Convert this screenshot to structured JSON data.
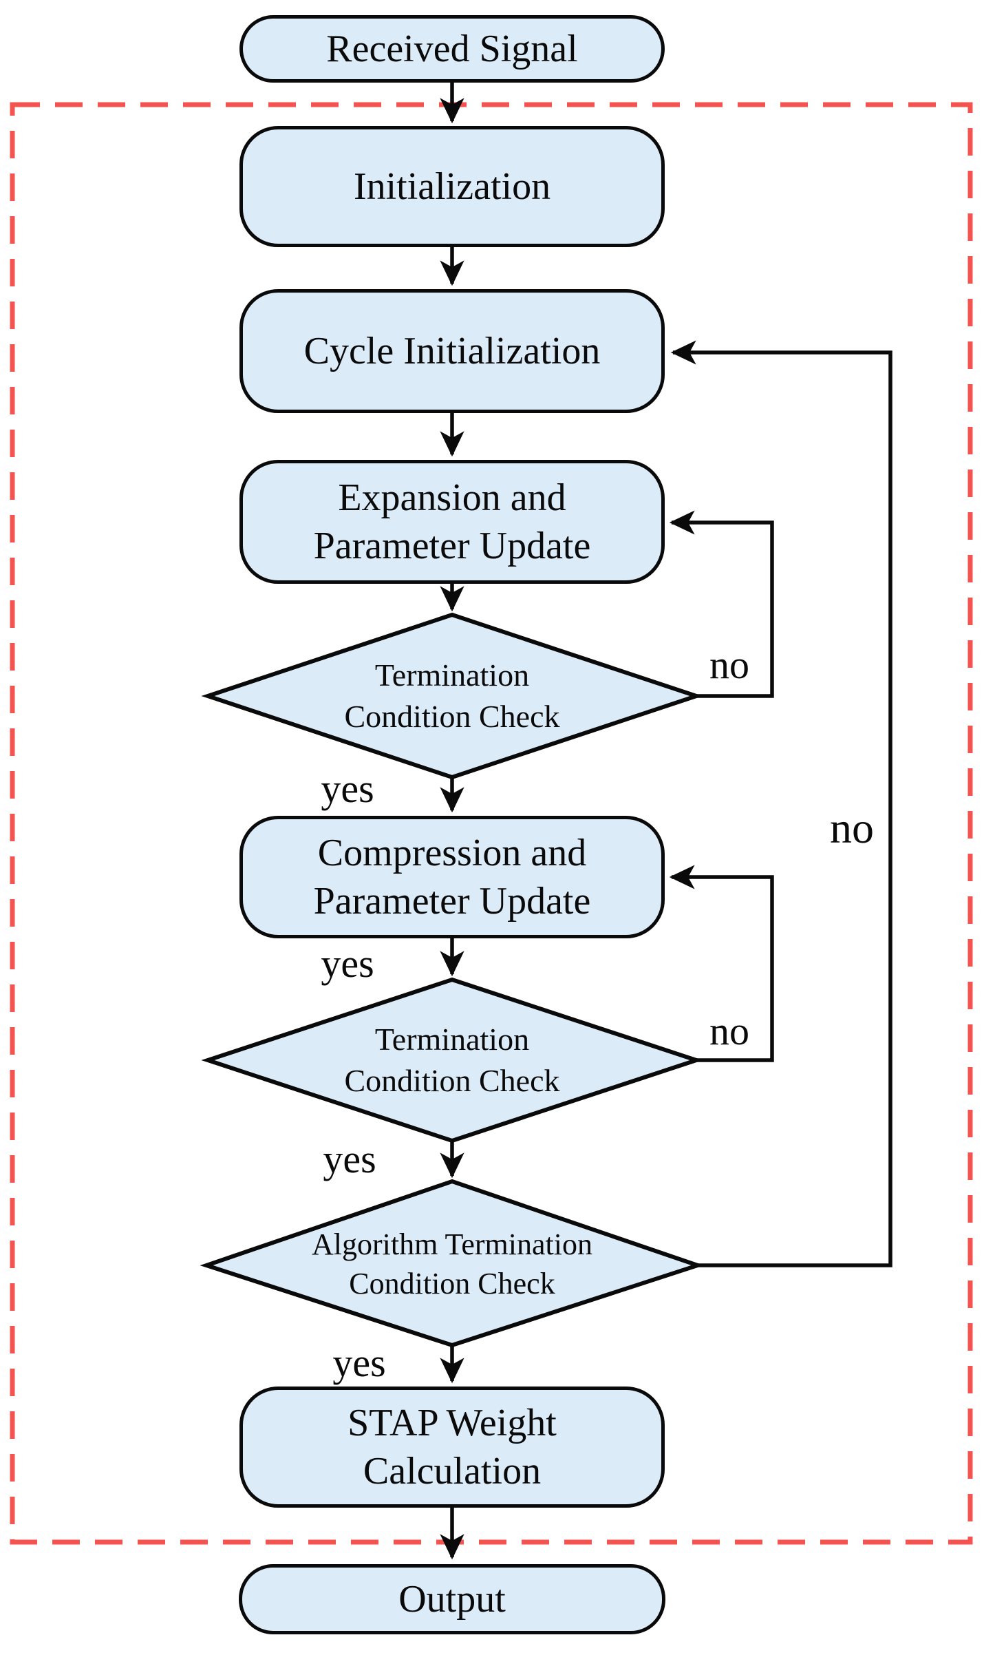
{
  "nodes": {
    "received_signal": {
      "label": "Received Signal"
    },
    "initialization": {
      "label": "Initialization"
    },
    "cycle_initialization": {
      "label": "Cycle Initialization"
    },
    "expansion": {
      "label": "Expansion and\nParameter Update"
    },
    "termination_check_1": {
      "label": "Termination\nCondition Check"
    },
    "compression": {
      "label": "Compression and\nParameter Update"
    },
    "termination_check_2": {
      "label": "Termination\nCondition Check"
    },
    "algorithm_termination_check": {
      "label": "Algorithm Termination\nCondition Check"
    },
    "stap_weight_calculation": {
      "label": "STAP Weight\nCalculation"
    },
    "output": {
      "label": "Output"
    }
  },
  "edge_labels": {
    "no_1": "no",
    "no_2": "no",
    "no_3": "no",
    "yes_1": "yes",
    "yes_2": "yes",
    "yes_3": "yes",
    "yes_4": "yes"
  },
  "colors": {
    "node_fill": "#dcebf8",
    "ink": "#0a0a0a",
    "boundary": "#f4534f",
    "bg": "#ffffff"
  }
}
